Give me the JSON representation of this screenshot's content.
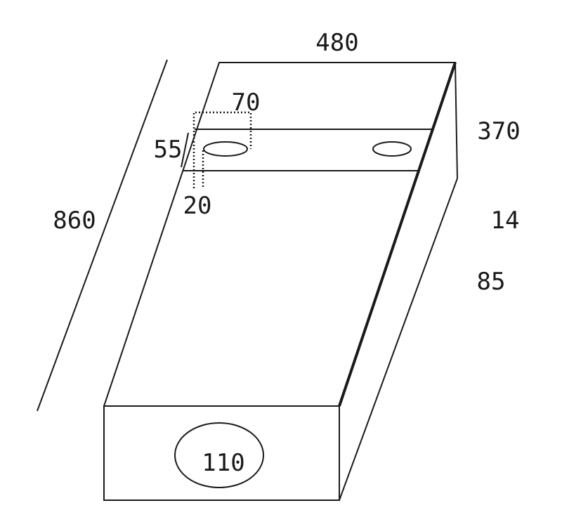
{
  "dimensions": {
    "width": "480",
    "depth": "370",
    "length": "860",
    "hole_spacing": "70",
    "hole_offset": "55",
    "hole_edge": "20",
    "thickness": "14",
    "height": "85",
    "drain_diameter": "110"
  },
  "colors": {
    "line": "#1a1a1a",
    "background": "#ffffff"
  }
}
